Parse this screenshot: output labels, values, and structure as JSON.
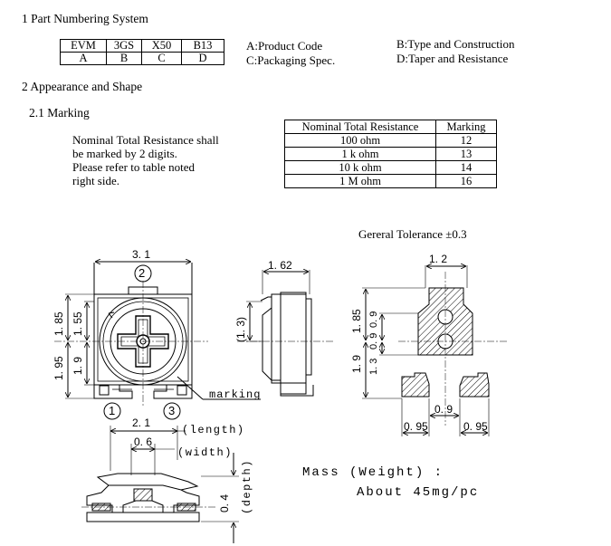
{
  "section1": {
    "title": "1  Part Numbering System"
  },
  "part_table": {
    "row1": [
      "EVM",
      "3GS",
      "X50",
      "B13"
    ],
    "row2": [
      "A",
      "B",
      "C",
      "D"
    ]
  },
  "legend": {
    "a": "A:Product Code",
    "b": "B:Type and Construction",
    "c": "C:Packaging Spec.",
    "d": "D:Taper and Resistance"
  },
  "section2": {
    "title": "2  Appearance and Shape"
  },
  "section21": {
    "title": "2.1  Marking"
  },
  "marking_text": [
    "Nominal Total Resistance shall",
    "be marked by 2 digits.",
    "Please refer to table noted",
    "right side."
  ],
  "marking_table": {
    "headers": [
      "Nominal Total Resistance",
      "Marking"
    ],
    "rows": [
      [
        "100 ohm",
        "12"
      ],
      [
        "1 k ohm",
        "13"
      ],
      [
        "10 k ohm",
        "14"
      ],
      [
        "1 M ohm",
        "16"
      ]
    ]
  },
  "tolerance": "Gereral Tolerance   ±0.3",
  "drawing": {
    "dim_3_1": "3. 1",
    "dim_1_62": "1. 62",
    "dim_1_2": "1. 2",
    "dim_1_85_left": "1. 85",
    "dim_1_55": "1. 55",
    "dim_1_95": "1. 95",
    "dim_1_9_left": "1. 9",
    "dim_1_3_side": "(1. 3)",
    "dim_1_85_right": "1. 85",
    "dim_0_9_v": "0. 9",
    "dim_0_9_r": "0. 9",
    "dim_1_3_right": "1. 3",
    "dim_1_9_right": "1. 9",
    "dim_0_9_h": "0. 9",
    "dim_0_95_l": "0. 95",
    "dim_0_95_r": "0. 95",
    "dim_2_1": "2. 1",
    "dim_0_6": "0. 6",
    "dim_0_4": "0. 4",
    "length": "(length)",
    "width": "(width)",
    "depth": "(depth)",
    "marking_label": "marking",
    "pin1": "1",
    "pin2": "2",
    "pin3": "3"
  },
  "mass_label": "Mass (Weight) :",
  "mass_value": "About  45mg/pc"
}
